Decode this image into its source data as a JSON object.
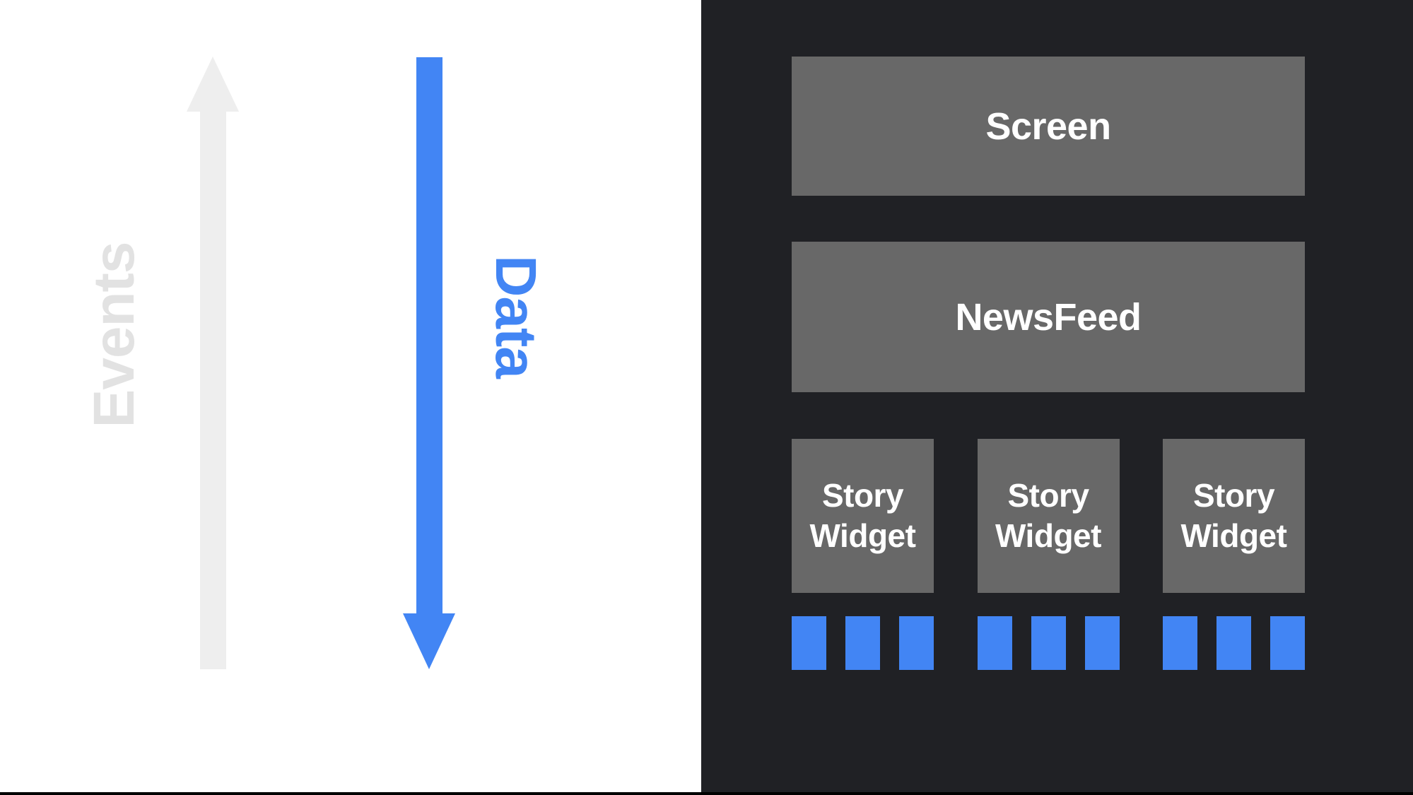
{
  "palette": {
    "background_left": "#FFFFFF",
    "background_right": "#202125",
    "box_gray": "#686868",
    "accent_blue": "#4285F4",
    "arrow_gray": "#EEEEEE",
    "events_label_gray": "#E2E2E2",
    "label_white": "#FFFFFF",
    "bottom_bar_black": "#000000"
  },
  "flow_labels": {
    "events": "Events",
    "data": "Data"
  },
  "widget_tree": {
    "screen": "Screen",
    "newsfeed": "NewsFeed",
    "stories": [
      {
        "label": "Story Widget"
      },
      {
        "label": "Story Widget"
      },
      {
        "label": "Story Widget"
      }
    ],
    "squares_per_story": 3
  }
}
